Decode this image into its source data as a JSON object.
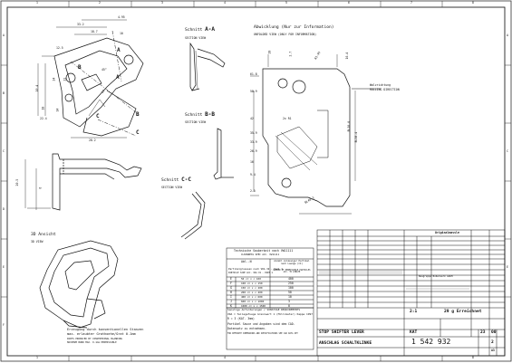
{
  "border": {
    "columns": [
      "1",
      "2",
      "3",
      "4",
      "5",
      "6",
      "7",
      "8"
    ],
    "rows": [
      "A",
      "B",
      "C",
      "D",
      "E",
      "F"
    ]
  },
  "views": {
    "section_aa": {
      "title": "Schnitt",
      "letter": "A-A",
      "sub": "SECTION VIEW"
    },
    "section_bb": {
      "title": "Schnitt",
      "letter": "B-B",
      "sub": "SECTION VIEW"
    },
    "section_cc": {
      "title": "Schnitt",
      "letter": "C-C",
      "sub": "SECTION VIEW"
    },
    "development": {
      "title": "Abwicklung (Nur zur Information)",
      "sub": "UNFOLDED VIEW (ONLY FOR INFORMATION)"
    },
    "view_3d": {
      "title": "3D Ansicht",
      "sub": "3D VIEW"
    },
    "rolling_direction": {
      "title": "Walzrichtung",
      "sub": "ROLLING DIRECTION"
    }
  },
  "section_marks": [
    "A",
    "A",
    "B",
    "B",
    "C",
    "C"
  ],
  "dims": {
    "front": [
      "33.2",
      "18.7",
      "4.95",
      "10",
      "12.5",
      "45°",
      "24",
      "22",
      "10.4",
      "10",
      "14",
      "22.4",
      "13",
      "28.2"
    ],
    "side": [
      "20.5",
      "6"
    ],
    "dev": [
      "61.8",
      "58.9",
      "42",
      "35.9",
      "33.9",
      "26.9",
      "16",
      "9.4",
      "2.5",
      "R1.95",
      "2.7",
      "20",
      "16.4",
      "2x R1",
      "BL16.6",
      "BL38.4",
      "BL40.3"
    ]
  },
  "tolerance_table": {
    "title": "Technische Sauberkeit nach VW11111",
    "subtitle": "CLEANNESS SPEC ACC. VW11111",
    "col1_head": "Abl.-N",
    "col2_head": "Anzahl zulässiger Partikel nach Laenge (CI)",
    "col2_sub": "NUMBER OF PERMISSIBLE PARTICLES ACC. TO LENGTH",
    "col1_sub": "Partikelgroessen nach VDA 19 - Teil 1",
    "col1_sub2": "PARTICLE SIZE ACC. VDA 19 - PART 1",
    "rows": [
      {
        "cls": "E",
        "range": "50 <= x < 100",
        "count": "400"
      },
      {
        "cls": "F",
        "range": "100 <= x < 150",
        "count": "250"
      },
      {
        "cls": "G",
        "range": "150 <= x < 200",
        "count": "100"
      },
      {
        "cls": "H",
        "range": "200 <= x < 400",
        "count": "50"
      },
      {
        "cls": "I",
        "range": "400 <= x < 600",
        "count": "10"
      },
      {
        "cls": "J",
        "range": "600 <= x < 1000",
        "count": "3"
      },
      {
        "cls": "K",
        "range": "1000 <= x < 1500",
        "count": "0"
      }
    ]
  },
  "notes": {
    "left": [
      "Erzeugung durch konventionellen Stanzen",
      "max. erlaubter Grathoehe/Grat 0.1mm",
      "PARTS PRODUCED BY CONVENTIONAL BLANKING",
      "MAXIMUM BURR MAX. 0.1mm PERMISSIBLE"
    ],
    "middle": [
      "Sonstige Anforderungen / SONSTIGE REQUIREMENTS",
      "VDA = Teilegefuege Grenzwert 1 (Millimeter) Kappe 1997",
      "R = 3 (KAT. 3mm)",
      "Partikel Sauce und Angaben sind dem CAD-",
      "Datensatz zu entnehmen.",
      "FOR DEFINITE DIMENSIONS AND SPECIFICATIONS SEE CAD DATA SET"
    ]
  },
  "title_block": {
    "heading": "Originalmassle",
    "company": "Baugruppe Buberwerk GmbH",
    "scale": "2:1",
    "weight": "29 g Erreichnet",
    "material_label": "KAT",
    "part_name_1": "STOP SHIFTER LEVER",
    "part_name_2": "ANSCHLAG SCHALTKLINKE",
    "drawing_no": "1 542 932",
    "sheet_a": "23",
    "sheet_b": "00",
    "sheet_c": "2",
    "format": "A3"
  }
}
